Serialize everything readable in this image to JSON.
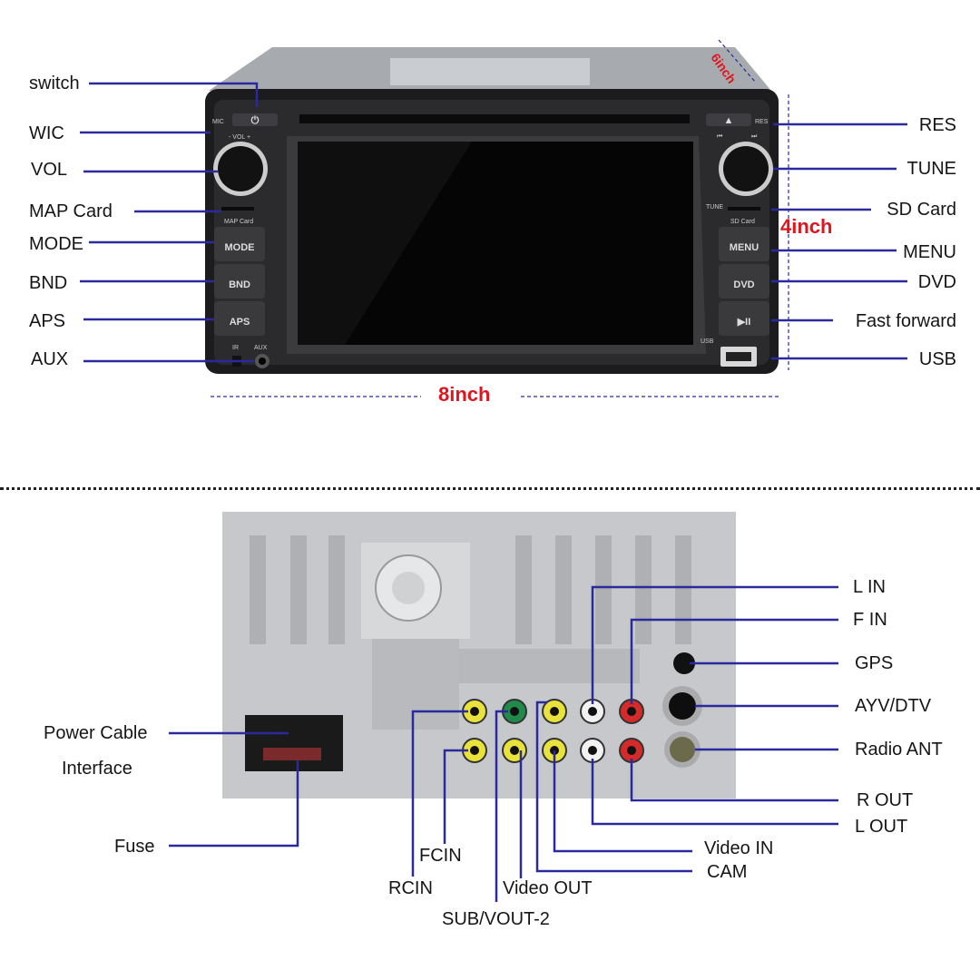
{
  "front_panel": {
    "left_labels": [
      "switch",
      "WIC",
      "VOL",
      "MAP Card",
      "MODE",
      "BND",
      "APS",
      "AUX"
    ],
    "right_labels": [
      "RES",
      "TUNE",
      "SD Card",
      "MENU",
      "DVD",
      "Fast forward",
      "USB"
    ],
    "buttons_left": [
      "MODE",
      "BND",
      "APS"
    ],
    "buttons_right": [
      "MENU",
      "DVD",
      "▶II"
    ],
    "panel_text": {
      "mic": "MIC",
      "vol": "- VOL +",
      "map_card": "MAP Card",
      "ir": "IR",
      "aux": "AUX",
      "res": "RES",
      "tune": "TUNE",
      "sd_card": "SD Card",
      "usb": "USB"
    },
    "dimensions": {
      "width": "8inch",
      "height": "4inch",
      "depth": "6inch"
    }
  },
  "rear_panel": {
    "left_labels": {
      "power_cable": "Power Cable",
      "interface": "Interface",
      "fuse": "Fuse"
    },
    "right_labels": [
      "L IN",
      "F IN",
      "GPS",
      "AYV/DTV",
      "Radio ANT",
      "R OUT",
      "L OUT"
    ],
    "bottom_labels": [
      "FCIN",
      "RCIN",
      "SUB/VOUT-2",
      "Video OUT",
      "Video IN",
      "CAM"
    ],
    "rca_colors": {
      "yellow": "#e8e23a",
      "green": "#1f8a4a",
      "white": "#f2f2f2",
      "red": "#d42a2a"
    }
  },
  "colors": {
    "leader_line": "#2a2a9e",
    "dimension_text": "#e0151d"
  }
}
